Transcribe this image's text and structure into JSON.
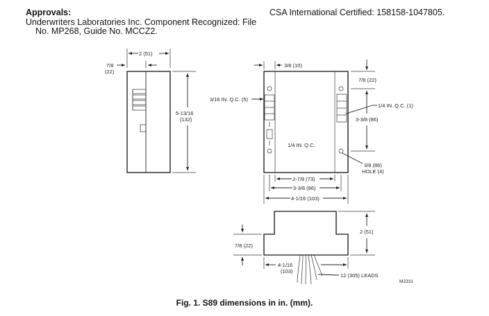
{
  "header": {
    "approvals_heading": "Approvals:",
    "approvals_line1": "Underwriters Laboratories Inc. Component Recognized: File",
    "approvals_line2": "No. MP268, Guide No. MCCZ2.",
    "csa_line": "CSA International Certified: 158158-1047805."
  },
  "figure": {
    "caption": "Fig. 1. S89 dimensions in in. (mm).",
    "drawing_id": "M2331",
    "side_view": {
      "depth_top_in": "7/8",
      "depth_top_mm": "(22)",
      "width_in": "2 (51)",
      "height_in": "5-13/16",
      "height_mm": "(132)"
    },
    "front_view": {
      "top_offset": "3/8 (10)",
      "qc_left": "3/16 IN. Q.C. (5)",
      "qc_center": "1/4 IN. Q.C.",
      "qc_right": "1/4 IN. Q.C. (1)",
      "top_right": "7/8 (22)",
      "hole_spacing_v": "3-3/8 (86)",
      "hole_size": "3/8 (86)",
      "hole_count": "HOLE (4)",
      "dim_inner": "2-7/8 (73)",
      "dim_holes_h": "3-3/8 (86)",
      "dim_width": "4-1/16 (103)"
    },
    "bottom_view": {
      "height": "2 (51)",
      "flange": "7/8 (22)",
      "width_in": "4-1/16",
      "width_mm": "(103)",
      "leads": "12 (305) LEADS"
    }
  }
}
